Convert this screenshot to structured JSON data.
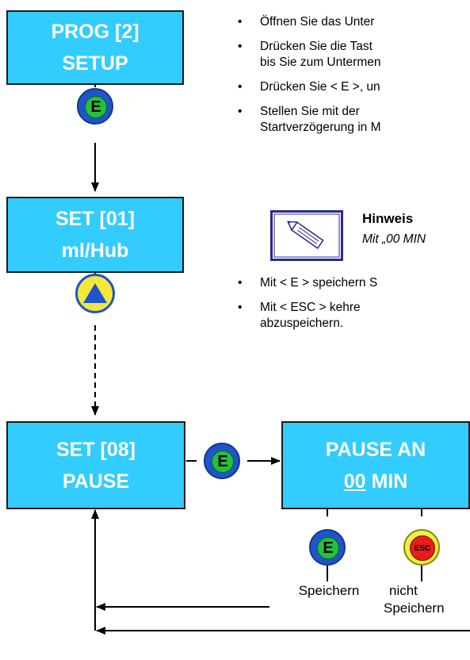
{
  "boxes": {
    "prog": {
      "line1": "PROG [2]",
      "line2": "SETUP"
    },
    "set01": {
      "line1": "SET [01]",
      "line2": "ml/Hub"
    },
    "set08": {
      "line1": "SET [08]",
      "line2": "PAUSE"
    },
    "pause": {
      "line1": "PAUSE AN",
      "value": "00",
      "unit": " MIN"
    }
  },
  "buttons": {
    "enter_label": "E",
    "esc_label": "ESC"
  },
  "instructions": [
    {
      "lines": [
        "Öffnen Sie das Unter"
      ]
    },
    {
      "lines": [
        "Drücken Sie die Tast",
        "bis Sie zum Untermen"
      ]
    },
    {
      "lines": [
        "Drücken Sie < E >, un"
      ]
    },
    {
      "lines": [
        "Stellen  Sie  mit  der",
        "Startverzögerung in M"
      ]
    }
  ],
  "note": {
    "title": "Hinweis",
    "text": "Mit „00 MIN"
  },
  "instructions_after": [
    {
      "lines": [
        "Mit < E > speichern S"
      ]
    },
    {
      "lines": [
        "Mit  <  ESC  >  kehre",
        "abzuspeichern."
      ]
    }
  ],
  "captions": {
    "save": "Speichern",
    "no_save_line1": "nicht",
    "no_save_line2": "Speichern"
  },
  "colors": {
    "box": "#33ccff",
    "enter_green": "#22c23c",
    "esc_red": "#e81c1c",
    "ring_blue": "#1f55c8",
    "yellow": "#f5e63c"
  }
}
